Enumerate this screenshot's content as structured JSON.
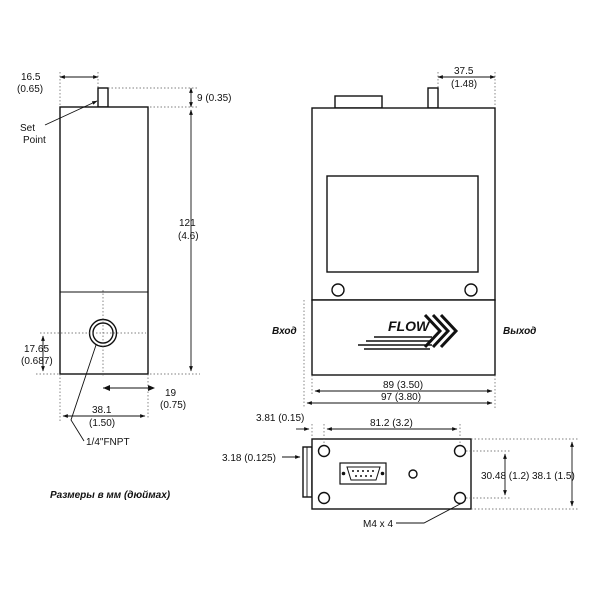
{
  "left_view": {
    "width_top": {
      "mm": "16.5",
      "inch": "(0.65)"
    },
    "shaft_height": "9 (0.35)",
    "height": {
      "mm": "121",
      "inch": "(4.6)"
    },
    "setpoint_label": {
      "line1": "Set",
      "line2": "Point"
    },
    "port_height": {
      "mm": "17.65",
      "inch": "(0.687)"
    },
    "depth": {
      "mm": "19",
      "inch": "(0.75)"
    },
    "port_width": {
      "mm": "38.1",
      "inch": "(1.50)"
    },
    "port_thread": "1/4\"FNPT"
  },
  "front_view": {
    "offset_top": {
      "mm": "37.5",
      "inch": "(1.48)"
    },
    "inlet_label": "Вход",
    "outlet_label": "Выход",
    "flow_label": "FLOW",
    "width_inner": "89 (3.50)",
    "width_outer": "97 (3.80)"
  },
  "bottom_view": {
    "edge_offset": "3.81 (0.15)",
    "hole_spacing": "81.2 (3.2)",
    "flange_thickness": "3.18 (0.125)",
    "hole_height": "30.48 (1.2)",
    "total_height": "38.1 (1.5)",
    "screws": "M4 x 4"
  },
  "units_note": "Размеры в мм (дюймах)"
}
